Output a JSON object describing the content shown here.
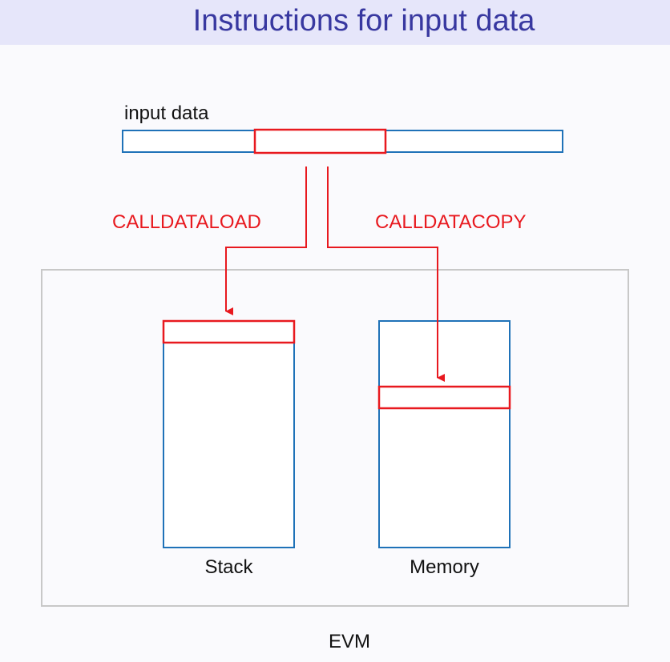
{
  "title": "Instructions for input data",
  "labels": {
    "input_data": "input data",
    "calldataload": "CALLDATALOAD",
    "calldatacopy": "CALLDATACOPY",
    "stack": "Stack",
    "memory": "Memory",
    "evm": "EVM"
  },
  "colors": {
    "title": "#3838a0",
    "title_bar": "#e6e6fa",
    "blue": "#1f72b8",
    "red": "#e8191f",
    "gray": "#c8c8c8"
  }
}
